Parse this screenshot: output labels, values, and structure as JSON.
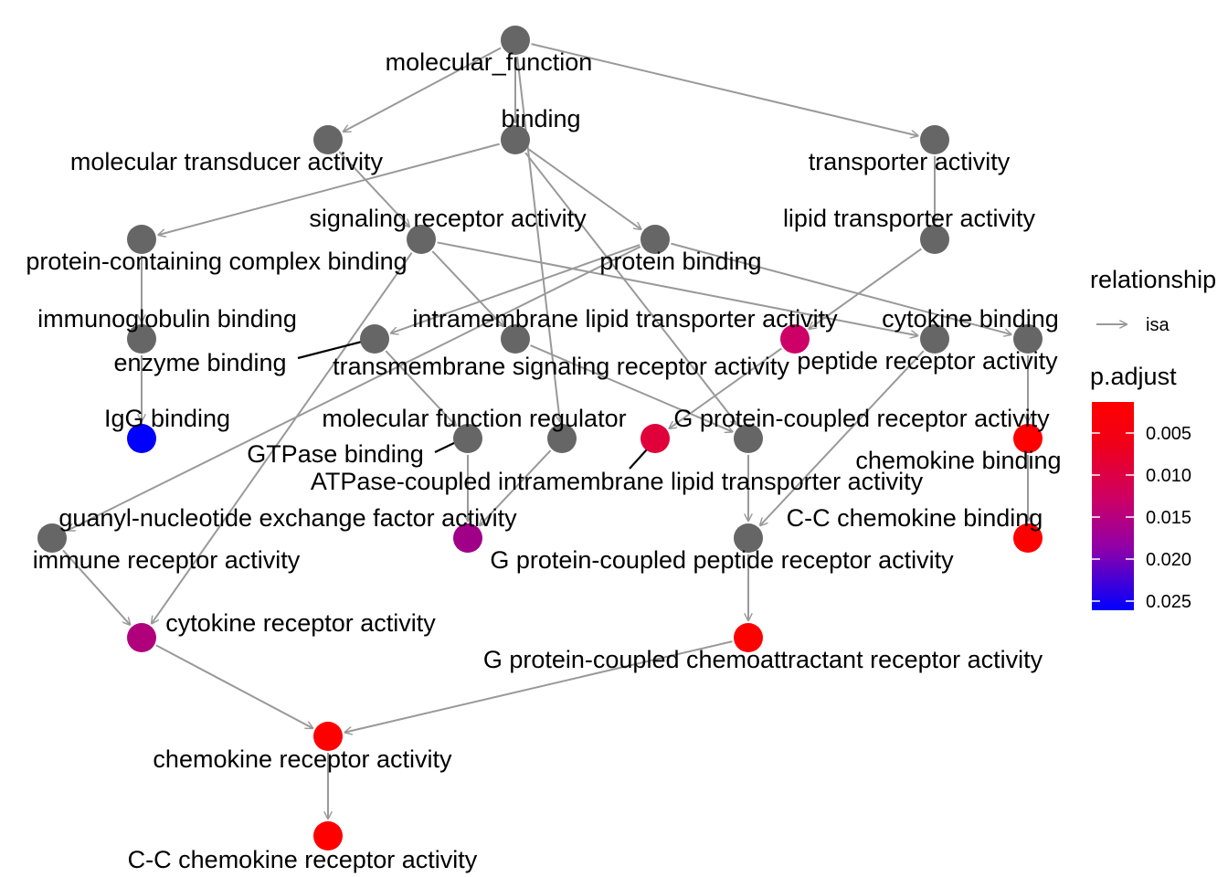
{
  "nodes": [
    {
      "id": "molecular_function",
      "label": "molecular_function",
      "color": "#666666"
    },
    {
      "id": "binding",
      "label": "binding",
      "color": "#666666"
    },
    {
      "id": "molecular_transducer_activity",
      "label": "molecular transducer activity",
      "color": "#666666"
    },
    {
      "id": "transporter_activity",
      "label": "transporter activity",
      "color": "#666666"
    },
    {
      "id": "signaling_receptor_activity",
      "label": "signaling receptor activity",
      "color": "#666666"
    },
    {
      "id": "lipid_transporter_activity",
      "label": "lipid transporter activity",
      "color": "#666666"
    },
    {
      "id": "protein_containing_complex_binding",
      "label": "protein-containing complex binding",
      "color": "#666666"
    },
    {
      "id": "protein_binding",
      "label": "protein binding",
      "color": "#666666"
    },
    {
      "id": "immunoglobulin_binding",
      "label": "immunoglobulin binding",
      "color": "#666666"
    },
    {
      "id": "enzyme_binding",
      "label": "enzyme binding",
      "color": "#666666"
    },
    {
      "id": "transmembrane_signaling_receptor_activity",
      "label": "transmembrane signaling receptor activity",
      "color": "#666666"
    },
    {
      "id": "intramembrane_lipid_transporter_activity",
      "label": "intramembrane lipid transporter activity",
      "color": "#CC0066"
    },
    {
      "id": "peptide_receptor_activity",
      "label": "peptide receptor activity",
      "color": "#666666"
    },
    {
      "id": "cytokine_binding",
      "label": "cytokine binding",
      "color": "#666666"
    },
    {
      "id": "IgG_binding",
      "label": "IgG binding",
      "color": "#0000FF"
    },
    {
      "id": "molecular_function_regulator",
      "label": "molecular function regulator",
      "color": "#666666"
    },
    {
      "id": "GTPase_binding",
      "label": "GTPase binding",
      "color": "#666666"
    },
    {
      "id": "ATPase_coupled",
      "label": "ATPase-coupled intramembrane lipid transporter activity",
      "color": "#E0003A"
    },
    {
      "id": "GPCR_activity",
      "label": "G protein-coupled receptor activity",
      "color": "#666666"
    },
    {
      "id": "chemokine_binding",
      "label": "chemokine binding",
      "color": "#FF0000"
    },
    {
      "id": "guanyl_nucleotide_exchange",
      "label": "guanyl-nucleotide exchange factor activity",
      "color": "#A00088"
    },
    {
      "id": "immune_receptor_activity",
      "label": "immune receptor activity",
      "color": "#666666"
    },
    {
      "id": "GPCR_peptide_receptor_activity",
      "label": "G protein-coupled peptide receptor activity",
      "color": "#666666"
    },
    {
      "id": "CC_chemokine_binding",
      "label": "C-C chemokine binding",
      "color": "#FF0000"
    },
    {
      "id": "cytokine_receptor_activity",
      "label": "cytokine receptor activity",
      "color": "#B0007C"
    },
    {
      "id": "GPCR_chemoattractant",
      "label": "G protein-coupled chemoattractant receptor activity",
      "color": "#FF0000"
    },
    {
      "id": "chemokine_receptor_activity",
      "label": "chemokine receptor activity",
      "color": "#FF0000"
    },
    {
      "id": "CC_chemokine_receptor_activity",
      "label": "C-C chemokine receptor activity",
      "color": "#FF0000"
    }
  ],
  "edges": [
    {
      "from": "molecular_function",
      "to": "molecular_transducer_activity"
    },
    {
      "from": "molecular_function",
      "to": "binding"
    },
    {
      "from": "molecular_function",
      "to": "transporter_activity"
    },
    {
      "from": "molecular_function",
      "to": "molecular_function_regulator"
    },
    {
      "from": "binding",
      "to": "protein_containing_complex_binding"
    },
    {
      "from": "binding",
      "to": "protein_binding"
    },
    {
      "from": "binding",
      "to": "GPCR_activity"
    },
    {
      "from": "molecular_transducer_activity",
      "to": "signaling_receptor_activity"
    },
    {
      "from": "transporter_activity",
      "to": "lipid_transporter_activity"
    },
    {
      "from": "signaling_receptor_activity",
      "to": "peptide_receptor_activity"
    },
    {
      "from": "signaling_receptor_activity",
      "to": "transmembrane_signaling_receptor_activity"
    },
    {
      "from": "protein_binding",
      "to": "enzyme_binding"
    },
    {
      "from": "protein_binding",
      "to": "cytokine_binding"
    },
    {
      "from": "protein_binding",
      "to": "immune_receptor_activity"
    },
    {
      "from": "protein_containing_complex_binding",
      "to": "immunoglobulin_binding"
    },
    {
      "from": "immunoglobulin_binding",
      "to": "IgG_binding"
    },
    {
      "from": "transmembrane_signaling_receptor_activity",
      "to": "GPCR_activity"
    },
    {
      "from": "lipid_transporter_activity",
      "to": "intramembrane_lipid_transporter_activity"
    },
    {
      "from": "intramembrane_lipid_transporter_activity",
      "to": "ATPase_coupled"
    },
    {
      "from": "enzyme_binding",
      "to": "GTPase_binding"
    },
    {
      "from": "GTPase_binding",
      "to": "guanyl_nucleotide_exchange"
    },
    {
      "from": "molecular_function_regulator",
      "to": "guanyl_nucleotide_exchange"
    },
    {
      "from": "cytokine_binding",
      "to": "chemokine_binding"
    },
    {
      "from": "chemokine_binding",
      "to": "CC_chemokine_binding"
    },
    {
      "from": "GPCR_activity",
      "to": "GPCR_peptide_receptor_activity"
    },
    {
      "from": "peptide_receptor_activity",
      "to": "GPCR_peptide_receptor_activity"
    },
    {
      "from": "GPCR_peptide_receptor_activity",
      "to": "GPCR_chemoattractant"
    },
    {
      "from": "immune_receptor_activity",
      "to": "cytokine_receptor_activity"
    },
    {
      "from": "signaling_receptor_activity",
      "to": "cytokine_receptor_activity"
    },
    {
      "from": "cytokine_receptor_activity",
      "to": "chemokine_receptor_activity"
    },
    {
      "from": "GPCR_chemoattractant",
      "to": "chemokine_receptor_activity"
    },
    {
      "from": "chemokine_receptor_activity",
      "to": "CC_chemokine_receptor_activity"
    }
  ],
  "legend": {
    "relationship_title": "relationship",
    "relationship_item": "isa",
    "padjust_title": "p.adjust",
    "padjust_ticks": [
      "0.005",
      "0.010",
      "0.015",
      "0.020",
      "0.025"
    ],
    "gradient_top_color": "#FF0000",
    "gradient_bottom_color": "#0000FF"
  },
  "colors": {
    "edge": "#999999",
    "default_node": "#666666"
  }
}
